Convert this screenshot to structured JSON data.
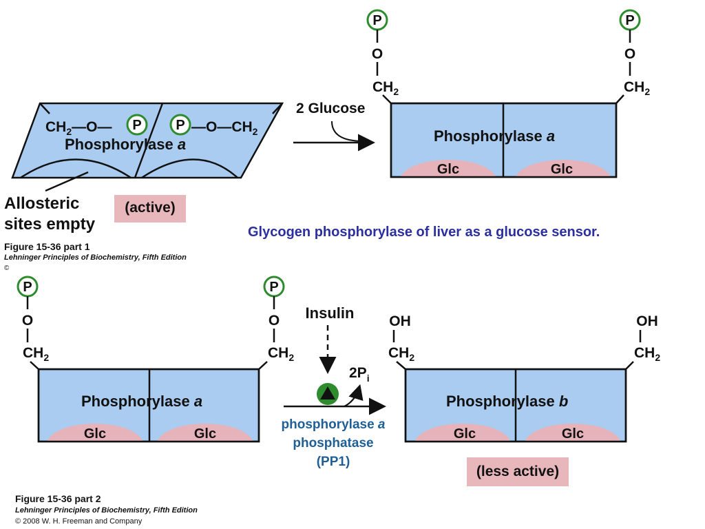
{
  "subtitle": "Glycogen phosphorylase of liver as a glucose sensor.",
  "top": {
    "enzyme_left": "Phosphorylase a",
    "enzyme_left_name": "Phosphorylase ",
    "enzyme_left_italic": "a",
    "left_groups": {
      "ch2_left": "CH",
      "o": "O",
      "p": "P",
      "sub2": "2"
    },
    "allosteric_label_line1": "Allosteric",
    "allosteric_label_line2": "sites empty",
    "state_label": "(active)",
    "arrow_label": "2 Glucose",
    "enzyme_right_name": "Phosphorylase ",
    "enzyme_right_italic": "a",
    "glc": "Glc",
    "figure_title": "Figure 15-36 part 1",
    "book": "Lehninger Principles of Biochemistry, Fifth Edition",
    "copyright_visible": "©"
  },
  "bottom": {
    "enzyme_left_name": "Phosphorylase ",
    "enzyme_left_italic": "a",
    "glc": "Glc",
    "signal": "Insulin",
    "product": "2P",
    "product_sub": "i",
    "enzyme_label_line1_name": "phosphorylase ",
    "enzyme_label_line1_italic": "a",
    "enzyme_label_line2": "phosphatase",
    "enzyme_label_line3": "(PP1)",
    "enzyme_right_name": "Phosphorylase ",
    "enzyme_right_italic": "b",
    "oh": "OH",
    "state_label": "(less active)",
    "figure_title": "Figure 15-36 part 2",
    "book": "Lehninger Principles of Biochemistry, Fifth Edition",
    "copyright": "© 2008 W. H. Freeman and Company"
  },
  "colors": {
    "enzyme_fill": "#a9ccf0",
    "glc_fill": "#e6b3ba",
    "tag_fill": "#e8b7bc",
    "phosphate_ring": "#2e8b2e",
    "pp1_text": "#1f5f96",
    "subtitle": "#2b2fa0"
  }
}
